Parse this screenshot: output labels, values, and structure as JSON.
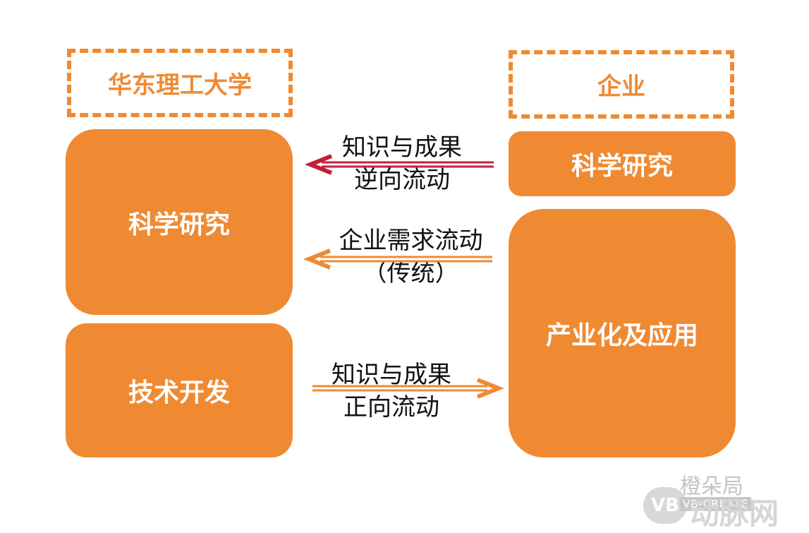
{
  "colors": {
    "orange": "#ef8a33",
    "dark_red": "#c0203a",
    "white": "#ffffff"
  },
  "left_header": "华东理工大学",
  "right_header": "企业",
  "left_boxes": {
    "research": "科学研究",
    "tech": "技术开发"
  },
  "right_boxes": {
    "research": "科学研究",
    "industry": "产业化及应用"
  },
  "flows": [
    {
      "line1": "知识与成果",
      "line2": "逆向流动",
      "direction": "left",
      "color": "dark_red"
    },
    {
      "line1": "企业需求流动",
      "line2": "（传统）",
      "direction": "left",
      "color": "orange"
    },
    {
      "line1": "知识与成果",
      "line2": "正向流动",
      "direction": "right",
      "color": "orange"
    }
  ],
  "watermark": {
    "brand": "橙朵局",
    "sub": "VB-CREATE",
    "mark": "动脉网",
    "logo": "VB"
  }
}
